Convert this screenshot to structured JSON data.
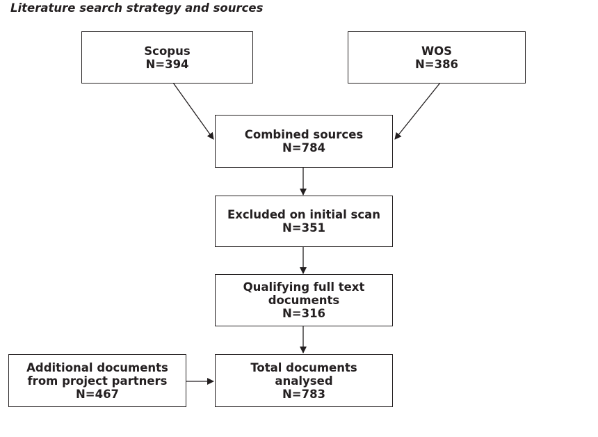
{
  "title": "Literature search strategy and sources",
  "boxes": {
    "scopus": {
      "label": "Scopus",
      "count": "N=394"
    },
    "wos": {
      "label": "WOS",
      "count": "N=386"
    },
    "combined": {
      "label": "Combined sources",
      "count": "N=784"
    },
    "excluded": {
      "label": "Excluded on initial scan",
      "count": "N=351"
    },
    "qualifying": {
      "line1": "Qualifying full text",
      "line2": "documents",
      "count": "N=316"
    },
    "additional": {
      "line1": "Additional documents",
      "line2": "from project partners",
      "count": "N=467"
    },
    "total": {
      "line1": "Total documents",
      "line2": "analysed",
      "count": "N=783"
    }
  }
}
